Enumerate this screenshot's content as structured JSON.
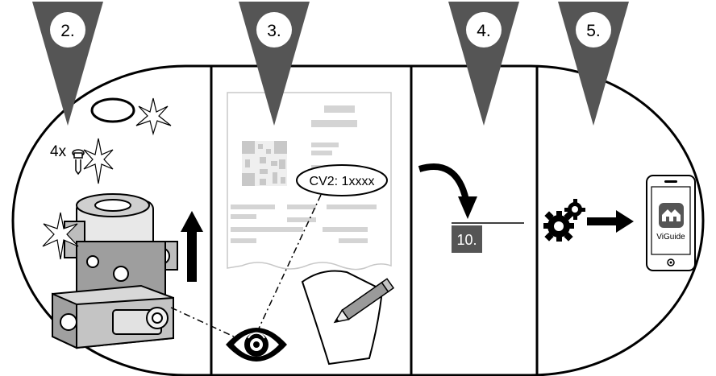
{
  "steps": [
    {
      "number": "2."
    },
    {
      "number": "3."
    },
    {
      "number": "4."
    },
    {
      "number": "5."
    }
  ],
  "panel1": {
    "screw_quantity": "4x"
  },
  "panel2": {
    "code_label": "CV2: 1xxxx"
  },
  "panel3": {
    "setting_value": "10."
  },
  "panel4": {
    "app_name": "ViGuide"
  },
  "colors": {
    "outline": "#000000",
    "marker": "#555555",
    "doc_grey": "#d4d4d4",
    "doc_dark": "#a8a8a8"
  },
  "icons": [
    "o-ring-icon",
    "screw-icon",
    "gas-valve-icon",
    "up-arrow-icon",
    "document-icon",
    "qr-code-icon",
    "eye-icon",
    "paper-pencil-icon",
    "curved-arrow-icon",
    "gears-icon",
    "right-arrow-icon",
    "smartphone-icon",
    "app-icon"
  ]
}
